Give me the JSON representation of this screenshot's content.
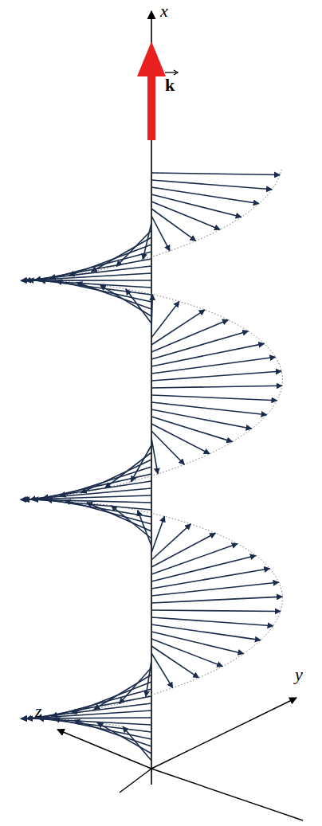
{
  "diagram": {
    "labels": [
      "x",
      "k",
      "y",
      "z"
    ]
  }
}
